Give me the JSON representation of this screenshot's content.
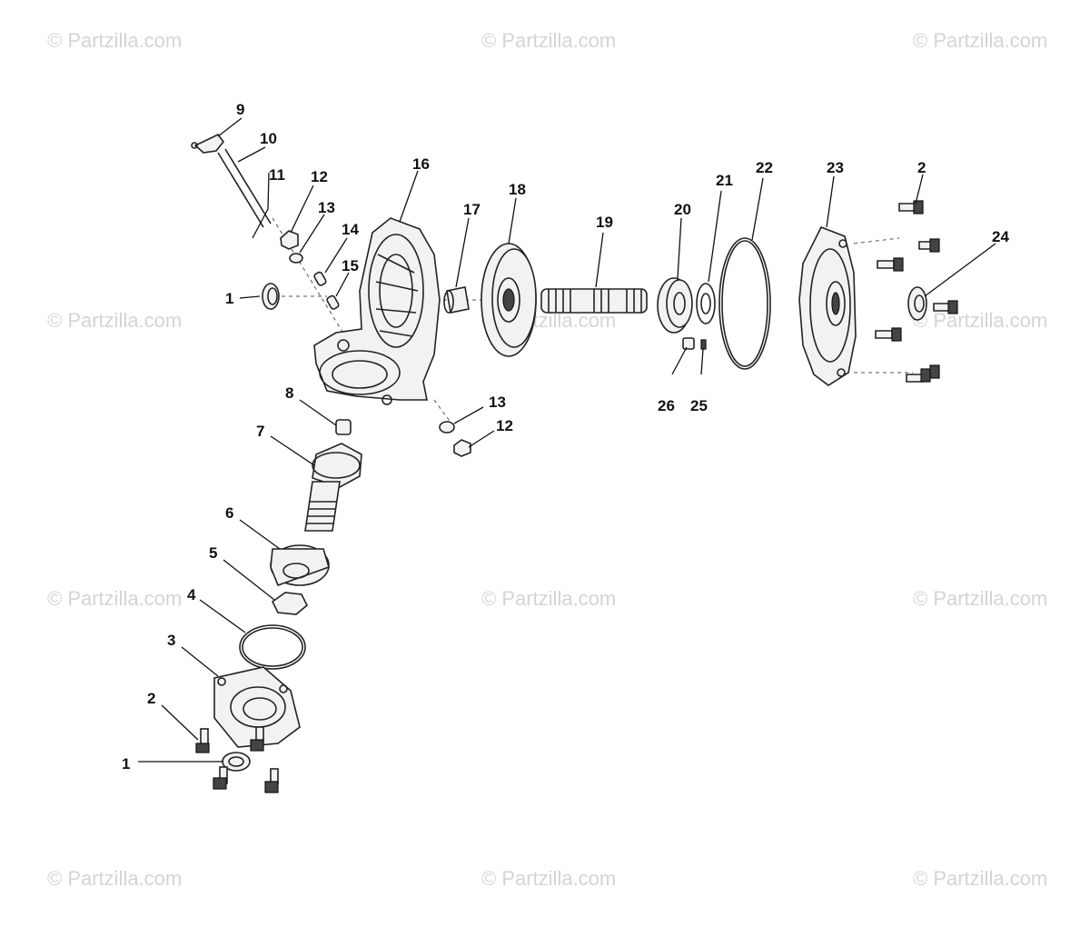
{
  "diagram": {
    "type": "exploded-parts-diagram",
    "watermark_text": "© Partzilla.com",
    "callouts": [
      "1",
      "2",
      "3",
      "4",
      "5",
      "6",
      "7",
      "8",
      "9",
      "10",
      "11",
      "12",
      "13",
      "14",
      "15",
      "16",
      "17",
      "18",
      "19",
      "20",
      "21",
      "22",
      "23",
      "24",
      "25",
      "26"
    ]
  },
  "colors": {
    "line": "#222222",
    "watermark": "#d4d4d4",
    "background": "#ffffff"
  }
}
